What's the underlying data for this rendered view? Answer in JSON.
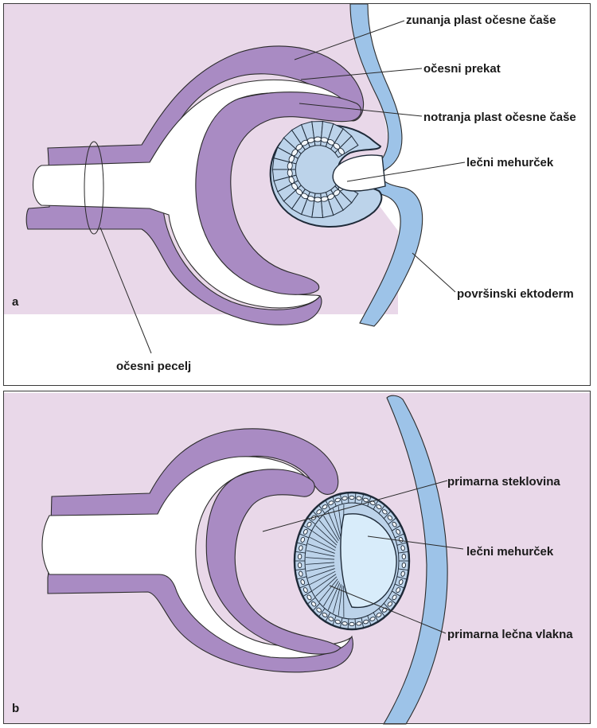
{
  "panels": [
    {
      "letter": "a",
      "labels": {
        "outer_layer": "zunanja plast očesne čaše",
        "intraretinal_space": "očesni prekat",
        "inner_layer": "notranja plast očesne čaše",
        "lens_vesicle": "lečni mehurček",
        "surface_ectoderm": "površinski ektoderm",
        "optic_stalk": "očesni pecelj"
      }
    },
    {
      "letter": "b",
      "labels": {
        "primary_vitreous": "primarna steklovina",
        "lens_vesicle": "lečni mehurček",
        "primary_lens_fibers": "primarna lečna vlakna"
      }
    }
  ],
  "colors": {
    "background_mesenchyme": "#e9d8e9",
    "optic_cup_layer": "#a98bc3",
    "surface_ectoderm": "#9dc3e8",
    "lens_vesicle_cells": "#bcd3ea",
    "lens_lumen": "#d8ecfa"
  }
}
